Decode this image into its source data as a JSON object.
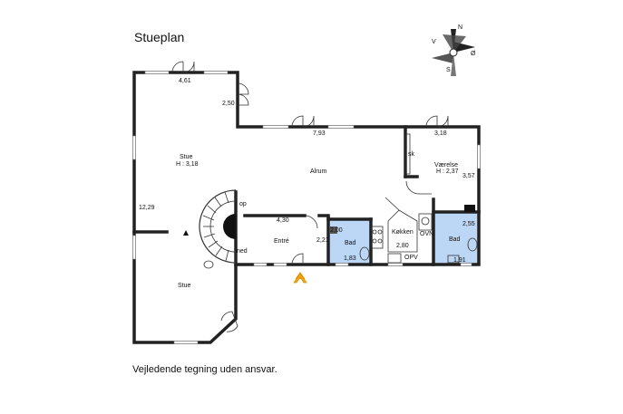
{
  "title": "Stueplan",
  "disclaimer": "Vejledende tegning uden ansvar.",
  "compass": {
    "n": "N",
    "s": "S",
    "e": "Ø",
    "w": "V"
  },
  "labels": {
    "d461": "4,61",
    "d250": "2,50",
    "d793": "7,93",
    "d318": "3,18",
    "stue1": "Stue",
    "stue1h": "H : 3,18",
    "alrum": "Alrum",
    "sk": "sk",
    "vaerelse": "Værelse",
    "vaerelseh": "H : 2,37",
    "d357": "3,57",
    "d1229": "12,29",
    "op": "op",
    "d430": "4,30",
    "d200": "2,00",
    "bad1": "Bad",
    "d183": "1,83",
    "d221": "2,21",
    "entre": "Entré",
    "koekken": "Køkken",
    "d280": "2,80",
    "ovn": "OVN",
    "opv": "OPV",
    "d255": "2,55",
    "bad2": "Bad",
    "d191": "1,91",
    "ned": "ned",
    "stue2": "Stue"
  },
  "colors": {
    "wall": "#222222",
    "bathroom": "#bcd7f5",
    "entrance-arrow": "#f2a81d"
  }
}
